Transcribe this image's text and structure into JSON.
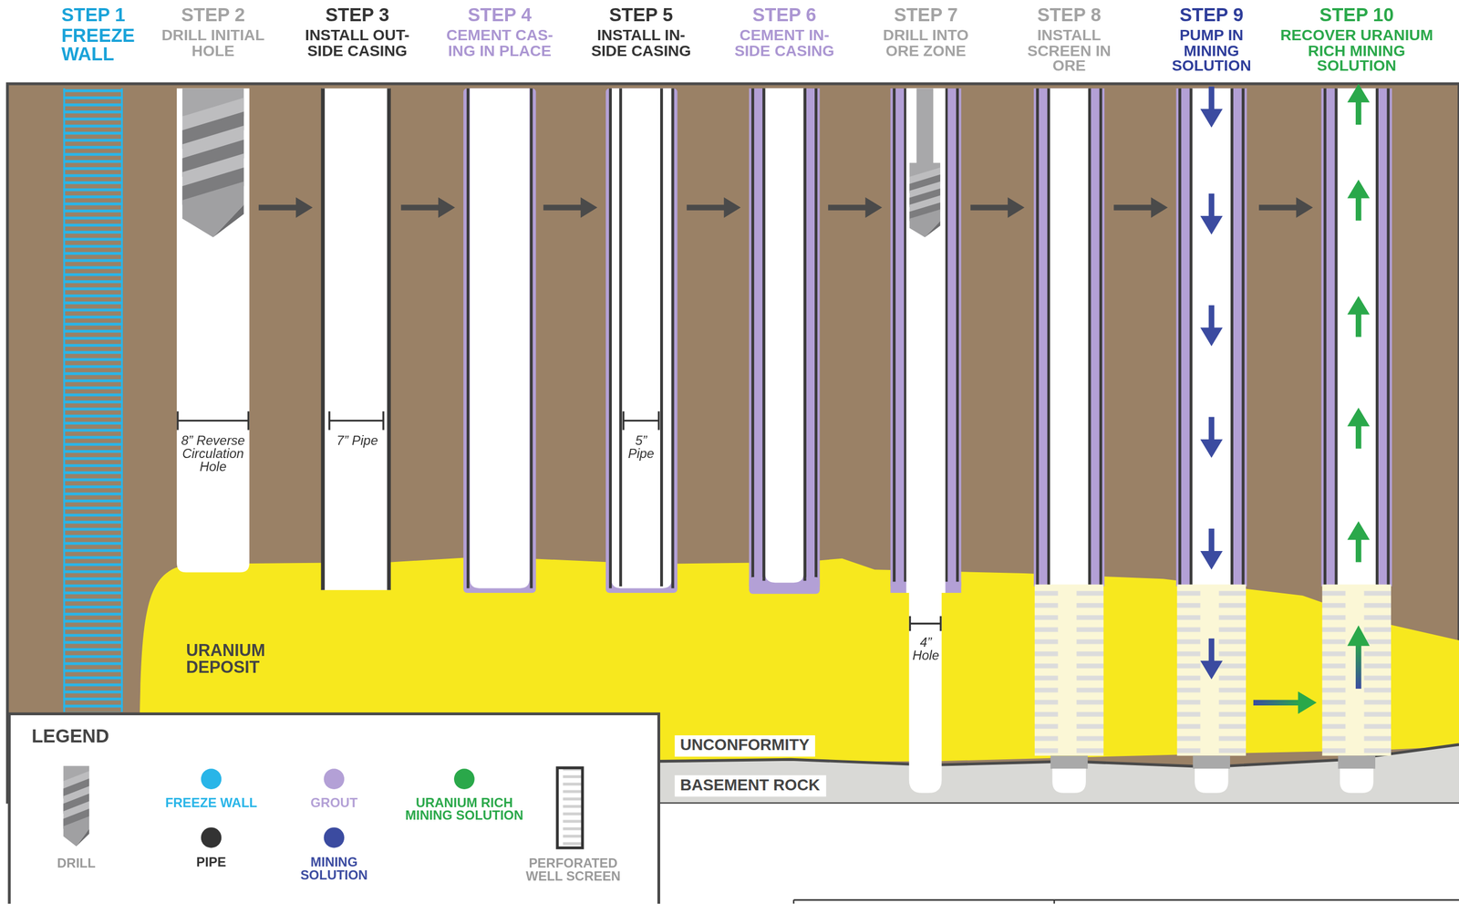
{
  "diagram": {
    "nodes": [
      {
        "text": [
          "UNCONFORMITY"
        ]
      },
      {
        "text": [
          "BASEMENT ROCK"
        ]
      }
    ],
    "labels": [
      "STEP 1",
      "FREEZE WALL",
      "STEP 2",
      "DRILL INITIAL HOLE",
      "STEP 3",
      "INSTALL OUT-SIDE CASING",
      "STEP 4",
      "CEMENT CAS-ING IN PLACE",
      "STEP 5",
      "INSTALL IN-SIDE CASING",
      "STEP 6",
      "CEMENT IN-SIDE CASING",
      "STEP 7",
      "DRILL INTO ORE ZONE",
      "STEP 8",
      "INSTALL SCREEN IN ORE",
      "STEP 9",
      "PUMP IN MINING SOLUTION",
      "STEP 10",
      "RECOVER URANIUM RICH MINING SOLUTION",
      "8” Reverse Circulation Hole",
      "7” Pipe",
      "5” Pipe",
      "4” Hole",
      "URANIUM DEPOSIT",
      "LEGEND"
    ],
    "legend": [
      {
        "text": "DRILL"
      },
      {
        "text": "FREEZE WALL",
        "color": "#29b5e8"
      },
      {
        "text": "PIPE",
        "color": "#333333"
      },
      {
        "text": "GROUT",
        "color": "#b3a0d6"
      },
      {
        "text": "MINING SOLUTION",
        "color": "#3b4ba0"
      },
      {
        "text": "URANIUM RICH MINING SOLUTION",
        "color": "#2aa84a"
      },
      {
        "text": "PERFORATED WELL SCREEN"
      }
    ]
  }
}
